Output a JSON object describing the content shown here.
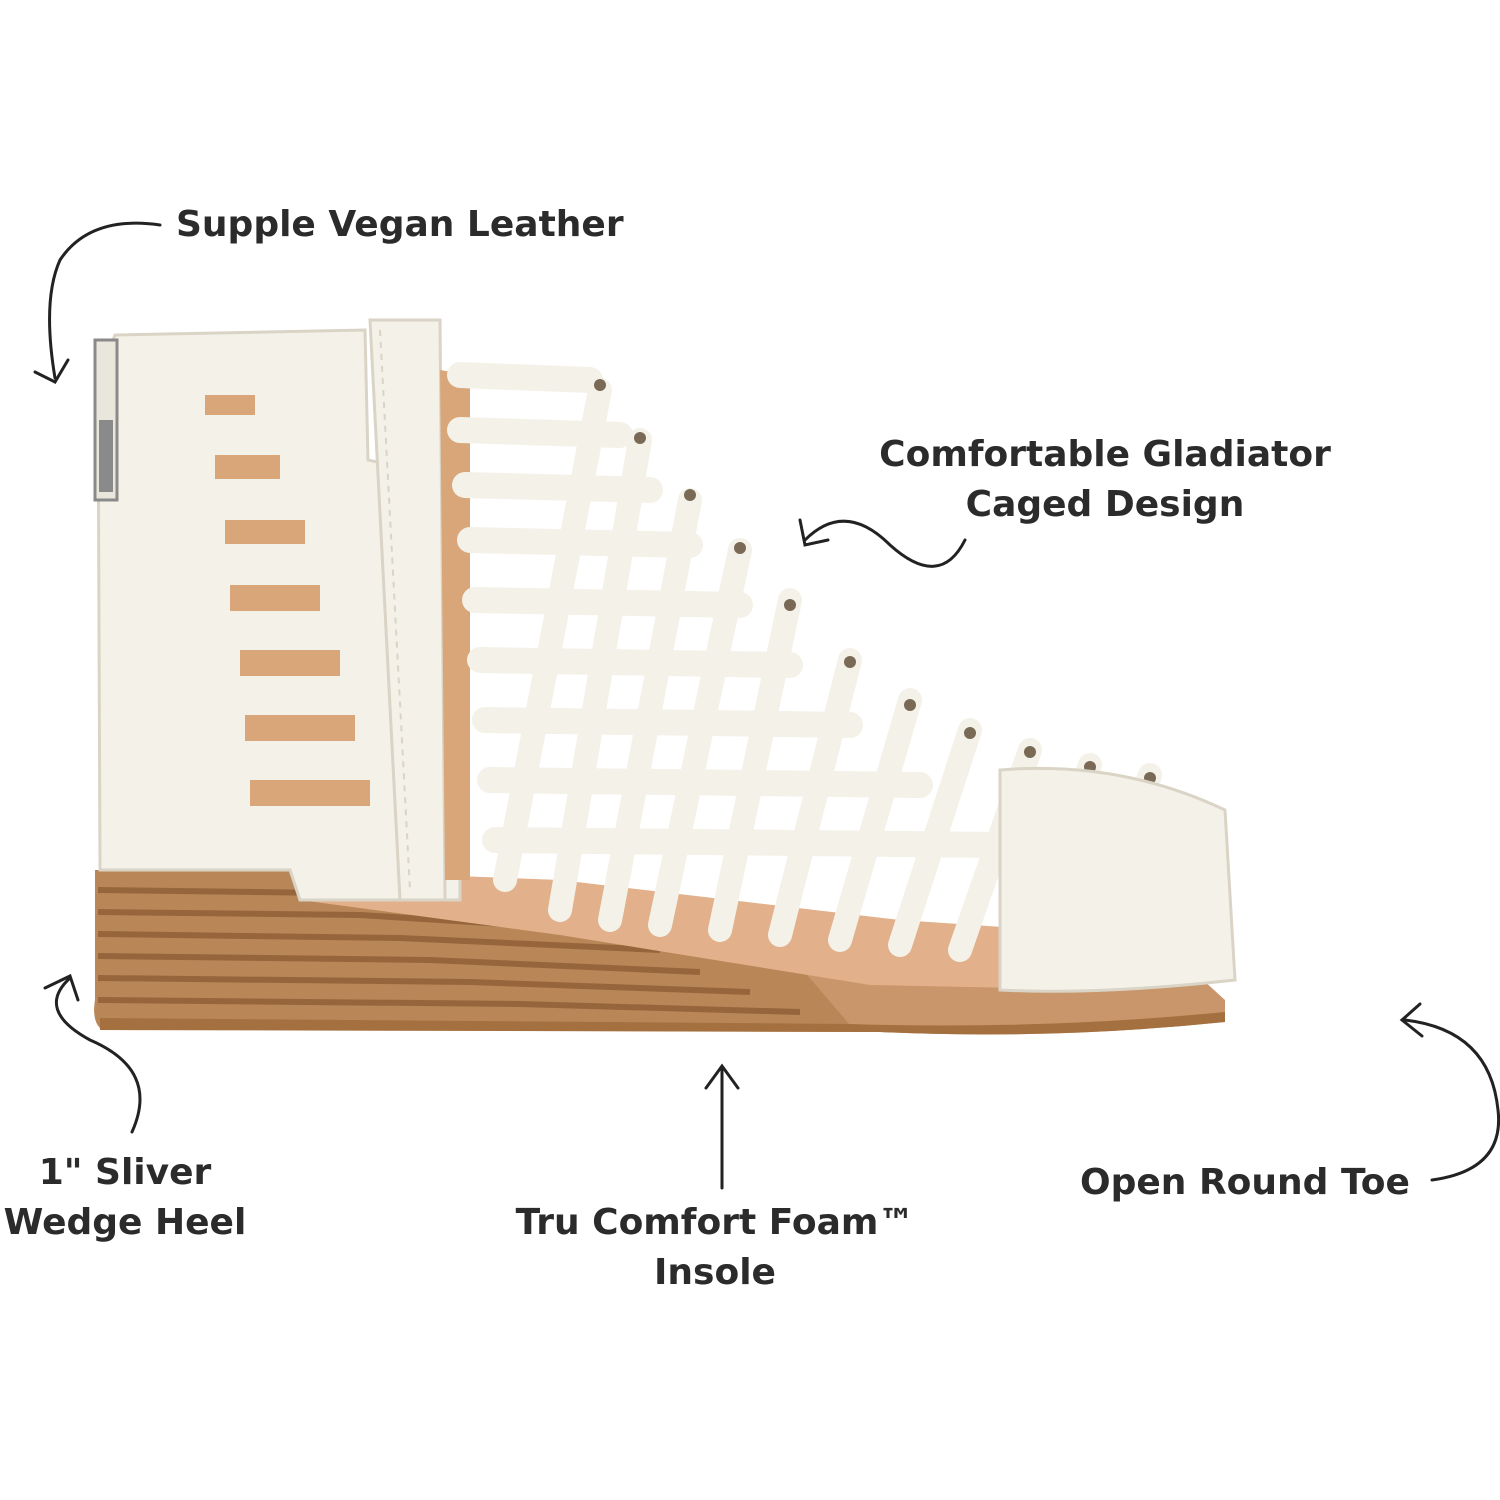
{
  "product": {
    "name": "white-gladiator-wedge-sandal",
    "colors": {
      "upper": "#f4f1e8",
      "stitch_shadow": "#d9d4c6",
      "lining": "#d8a678",
      "sole": "#c19062",
      "sole_stripe": "#8e5e35",
      "outsole": "#c8966a",
      "zipper": "#8a8a8a",
      "label_text": "#2b2b2b"
    }
  },
  "callouts": {
    "leather": {
      "text": "Supple Vegan Leather",
      "icon": "curved-arrow-down-icon"
    },
    "gladiator": {
      "lines": [
        "Comfortable Gladiator",
        "Caged Design"
      ],
      "icon": "curved-arrow-left-icon"
    },
    "heel": {
      "lines": [
        "1\" Sliver",
        "Wedge Heel"
      ],
      "icon": "curved-arrow-up-icon"
    },
    "insole": {
      "lines": [
        "Tru Comfort Foam™",
        "Insole"
      ],
      "icon": "straight-arrow-up-icon"
    },
    "toe": {
      "text": "Open Round Toe",
      "icon": "curved-arrow-up-left-icon"
    }
  }
}
